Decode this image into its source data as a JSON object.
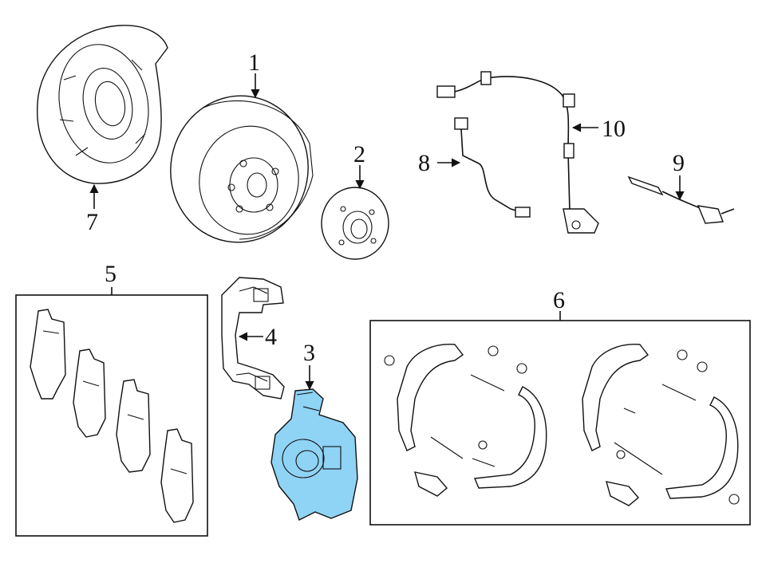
{
  "diagram": {
    "callouts": {
      "c1": "1",
      "c2": "2",
      "c3": "3",
      "c4": "4",
      "c5": "5",
      "c6": "6",
      "c7": "7",
      "c8": "8",
      "c9": "9",
      "c10": "10"
    },
    "highlight_color": "#8fd3f5",
    "highlighted_part": "3"
  }
}
